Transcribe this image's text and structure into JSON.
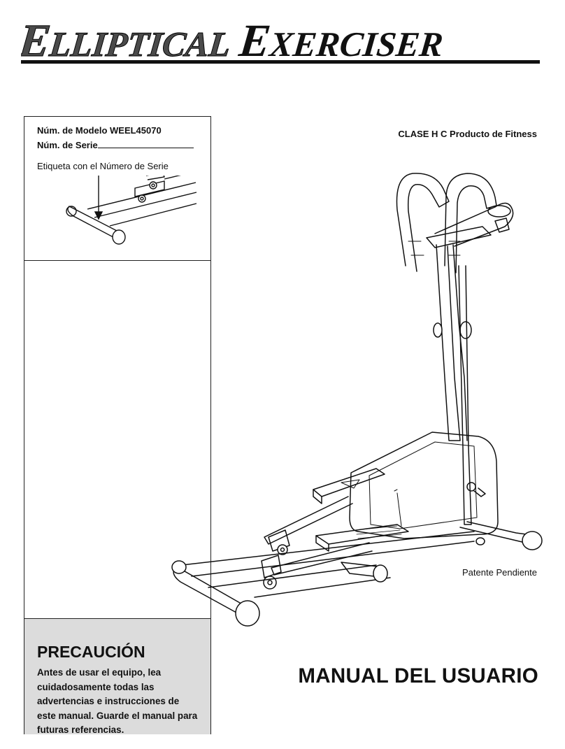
{
  "header": {
    "word1_initial": "E",
    "word1_rest": "LLIPTICAL",
    "word2_initial": "E",
    "word2_rest": "XERCISER",
    "word1_color": "#4a4a4a",
    "word2_color": "#111111"
  },
  "serial_box": {
    "model_line": "Núm. de Modelo WEEL45070",
    "serial_line": "Núm. de Serie",
    "label_caption": "Etiqueta con el Número de Serie"
  },
  "caution": {
    "title": "PRECAUCIÓN",
    "text": "Antes de usar el equipo, lea cuidadosamente todas las advertencias e instrucciones de este manual. Guarde el manual para futuras referencias.",
    "background": "#dcdcdc"
  },
  "product": {
    "class_label": "CLASE H C Producto de Fitness",
    "patent": "Patente Pendiente"
  },
  "manual_title": "MANUAL DEL USUARIO"
}
